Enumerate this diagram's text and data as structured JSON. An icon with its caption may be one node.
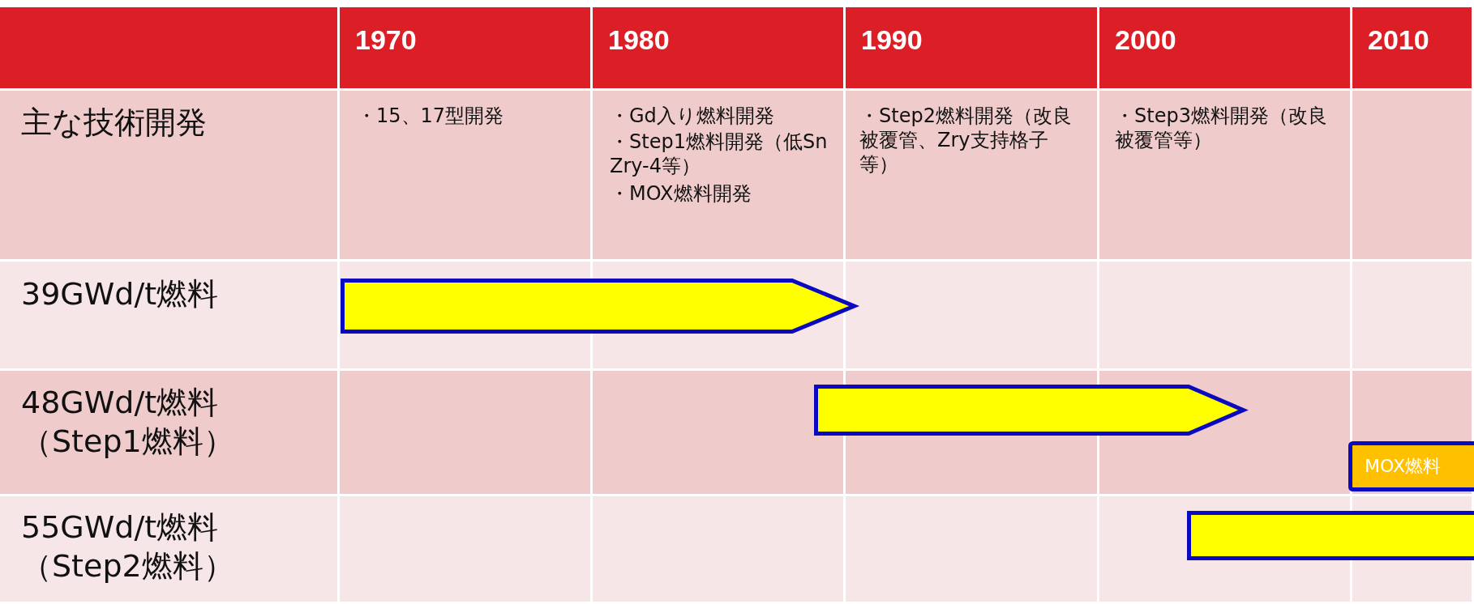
{
  "diagram": {
    "nodes": [
      {
        "text": [],
        "shape": "arrow"
      },
      {
        "text": [],
        "shape": "arrow"
      },
      {
        "text": [
          "MOX燃料"
        ]
      },
      {
        "text": [],
        "shape": "bar"
      }
    ],
    "edges": [],
    "labels": [
      "1970",
      "1980",
      "1990",
      "2000",
      "2010",
      "主な技術開発",
      "・15、17型開発",
      "・Gd入り燃料開発",
      "・Step1燃料開発（低Sn　Zry-4等）",
      "・MOX燃料開発",
      "・Step2燃料開発（改良被覆管、Zry支持格子等）",
      "・Step3燃料開発（改良被覆管等）",
      "39GWd/t燃料",
      "48GWd/t燃料（Step1燃料）",
      "55GWd/t燃料（Step2燃料）"
    ]
  }
}
